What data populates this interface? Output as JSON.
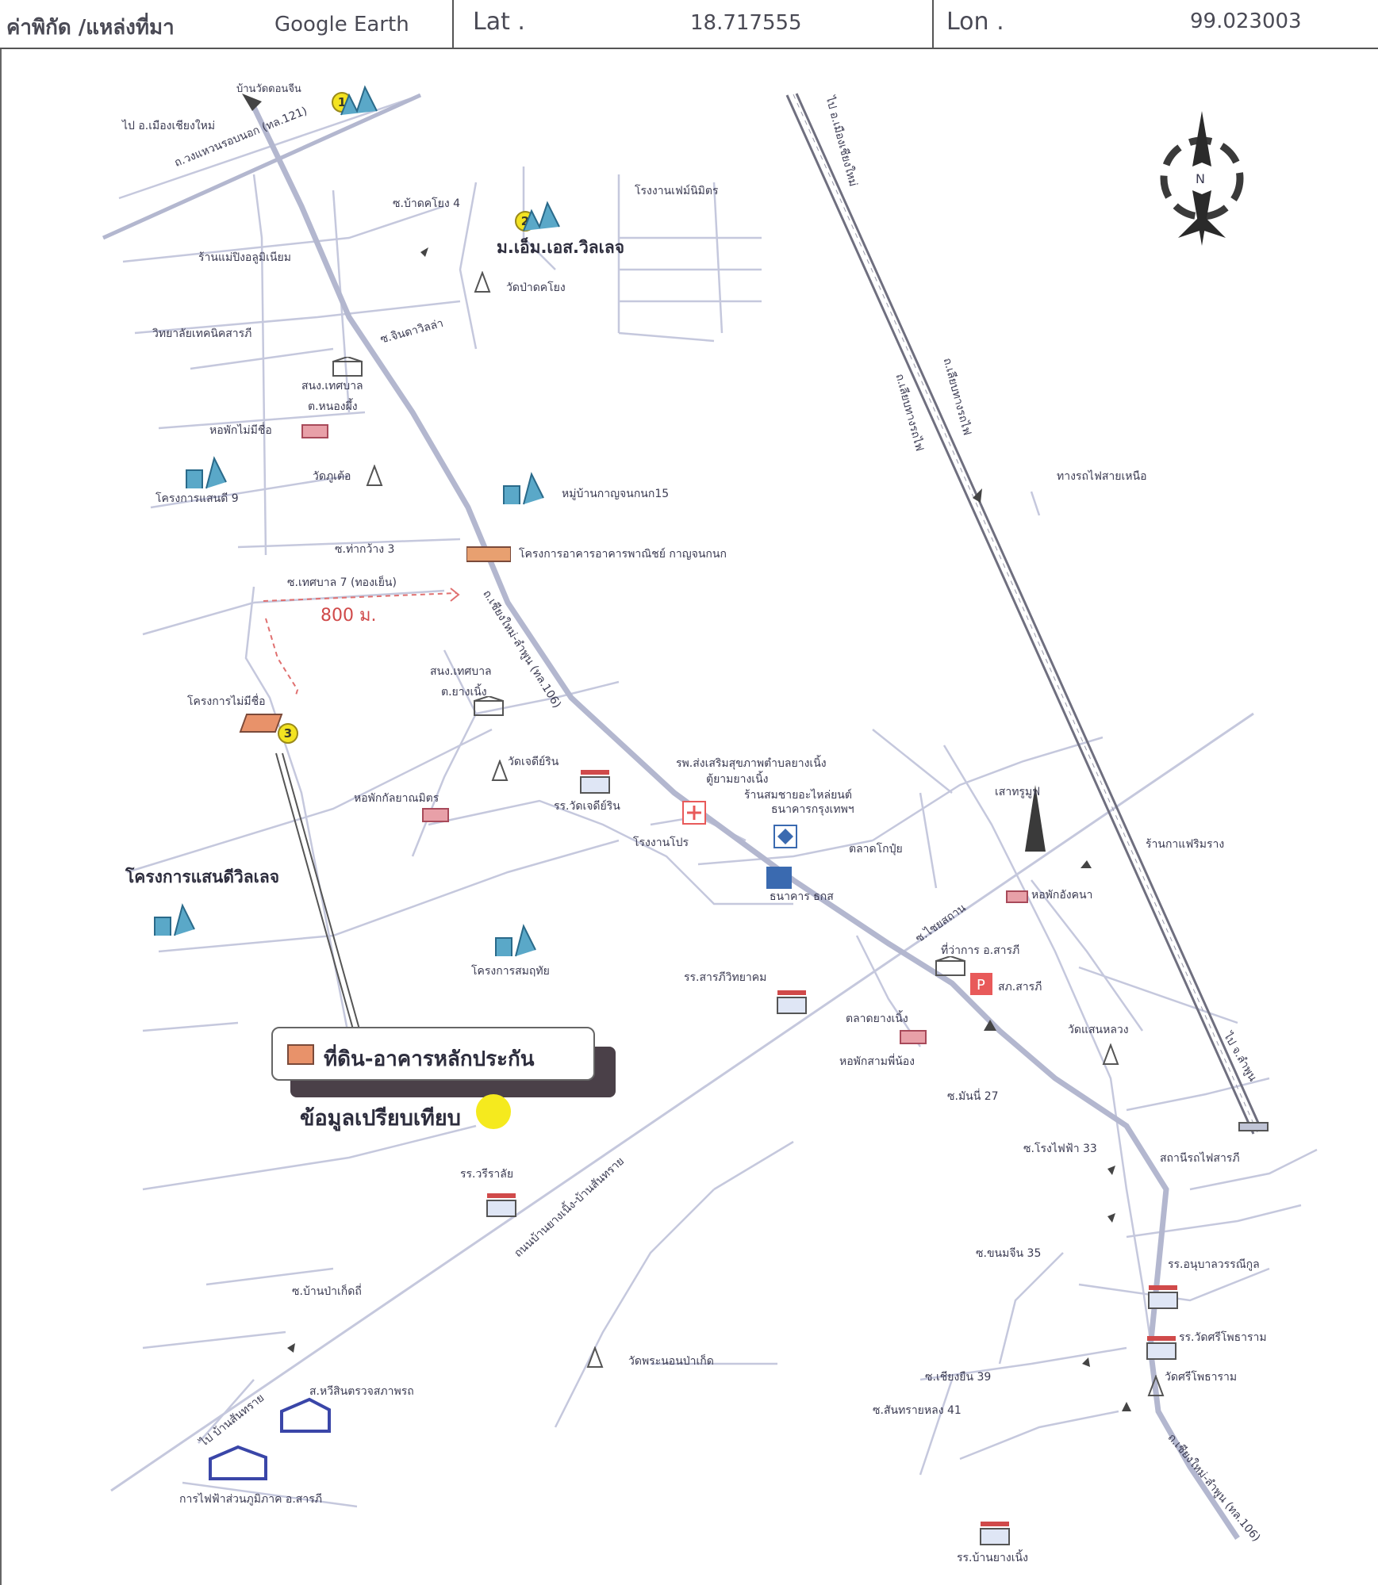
{
  "header": {
    "coord_label": "ค่าพิกัด /แหล่งที่มา",
    "source": "Google Earth",
    "lat_label": "Lat .",
    "lat_value": "18.717555",
    "lon_label": "Lon .",
    "lon_value": "99.023003"
  },
  "compass": {
    "label": "N"
  },
  "legend": {
    "collateral": "ที่ดิน-อาคารหลักประกัน",
    "comparison": "ข้อมูลเปรียบเทียบ"
  },
  "markers": [
    "1",
    "2",
    "3"
  ],
  "distance": "800 ม.",
  "labels": {
    "l01": "บ้านวัดดอนจีน",
    "l02": "ไป อ.เมืองเชียงใหม่",
    "l03": "ถ.วงแหวนรอบนอก (ทล.121)",
    "l04": "ซ.บ้าดคโยง 4",
    "l05": "โรงงานเฟม์นิมิตร",
    "l06": "ม.เอ็ม.เอส.วิลเลจ",
    "l07": "ร้านแม่ปิงอลูมิเนียม",
    "l08": "วัดป่าดคโยง",
    "l09": "วิทยาลัยเทคนิคสารภี",
    "l10": "ซ.จินดาวิลล่า",
    "l11": "สนง.เทศบาล",
    "l12": "ต.หนองผึ้ง",
    "l13": "หอพักไม่มีชื่อ",
    "l14": "วัดภูเต้อ",
    "l15": "โครงการแสนดี 9",
    "l16": "หมู่บ้านกาญจนกนก15",
    "l17": "ซ.ท่ากว้าง 3",
    "l18": "โครงการอาคารอาคารพาณิชย์ กาญจนกนก",
    "l19": "ซ.เทศบาล 7 (ทองเย็น)",
    "l20": "ถ.เชียงใหม่-ลำพูน (ทล.106)",
    "l21": "สนง.เทศบาล",
    "l22": "ต.ยางเนิ้ง",
    "l23": "โครงการไม่มีชื่อ",
    "l24": "วัดเจดีย์ริน",
    "l25": "หอพักกัลยาณมิตร",
    "l26": "รร.วัดเจดีย์ริน",
    "l27": "รพ.ส่งเสริมสุขภาพตำบลยางเนิ้ง",
    "l28": "ตู้ยามยางเนิ้ง",
    "l29": "ร้านสมชายอะไหล่ยนต์",
    "l30": "ธนาคารกรุงเทพฯ",
    "l31": "โรงงานโปร",
    "l32": "ตลาดโกปุ๋ย",
    "l33": "ธนาคาร ธกส",
    "l34": "โครงการแสนดีวิลเลจ",
    "l35": "โครงการสมฤทัย",
    "l36": "รร.สารภีวิทยาคม",
    "l37": "ซ.ไชยสถาน",
    "l38": "ที่ว่าการ อ.สารภี",
    "l39": "สภ.สารภี",
    "l40": "ตลาดยางเนิ้ง",
    "l41": "หอพักสามพี่น้อง",
    "l42": "วัดแสนหลวง",
    "l43": "ซ.มันนี่ 27",
    "l44": "ไป อ.เมืองเชียงใหม่",
    "l45": "ถ.เลียบทางรถไฟ",
    "l46": "ถ.เลียบทางรถไฟ",
    "l47": "ทางรถไฟสายเหนือ",
    "l48": "เสาทรูมูฟ",
    "l49": "ร้านกาแฟริมราง",
    "l50": "หอพักอังคนา",
    "l51": "ไป จ.ลำพูน",
    "l52": "ซ.โรงไฟฟ้า 33",
    "l53": "สถานีรถไฟสารภี",
    "l54": "รร.วรีราลัย",
    "l55": "ถนนบ้านยางเนิ้ง-บ้านสันทราย",
    "l56": "ซ.ขนมจีน 35",
    "l57": "รร.อนุบาลวรรณีกูล",
    "l58": "ซ.บ้านป่าเก็ดถี่",
    "l59": "รร.วัดศรีโพธาราม",
    "l60": "วัดศรีโพธาราม",
    "l61": "วัดพระนอนป่าเก็ด",
    "l62": "ซ.เชียงยืน 39",
    "l63": "ซ.สันทรายหลง 41",
    "l64": "ไป บ้านสันทราย",
    "l65": "ส.หวีสินตรวจสภาพรถ",
    "l66": "การไฟฟ้าส่วนภูมิภาค อ.สารภี",
    "l67": "ถ.เชียงใหม่-ลำพูน (ทล.106)",
    "l68": "รร.บ้านยางเนิ้ง"
  }
}
